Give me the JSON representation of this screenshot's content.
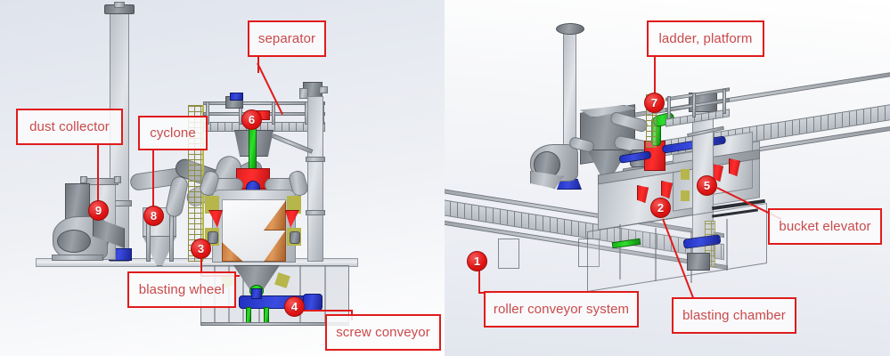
{
  "figure": {
    "kind": "shot-blasting-machine-annotated-cad-drawing",
    "views": [
      {
        "id": "front-elevation",
        "side": "left"
      },
      {
        "id": "isometric-3d",
        "side": "right"
      }
    ]
  },
  "callouts": {
    "separator": {
      "label": "separator",
      "marker": "6"
    },
    "dust_collector": {
      "label": "dust collector",
      "marker": "9"
    },
    "cyclone": {
      "label": "cyclone",
      "marker": "8"
    },
    "blasting_wheel": {
      "label": "blasting wheel",
      "marker": "3"
    },
    "screw_conveyor": {
      "label": "screw conveyor",
      "marker": "4"
    },
    "ladder_platform": {
      "label": "ladder, platform",
      "marker": "7"
    },
    "bucket_elevator": {
      "label": "bucket elevator",
      "marker": "5"
    },
    "roller_conveyor_system": {
      "label": "roller conveyor system",
      "marker": "1"
    },
    "blasting_chamber": {
      "label": "blasting chamber",
      "marker": "2"
    }
  },
  "markers": {
    "m1": "1",
    "m2": "2",
    "m3": "3",
    "m4": "4",
    "m5": "5",
    "m6": "6",
    "m7": "7",
    "m8": "8",
    "m9": "9"
  },
  "colors": {
    "callout_border": "#e01b1b",
    "callout_text": "#c94a4a",
    "marker_fill": "#e21414",
    "marker_text": "#ffffff",
    "steel_grey": "#9aa0a6",
    "accent_red_part": "#e02020",
    "accent_blue_part": "#2030c0",
    "accent_green_part": "#12b512",
    "accent_orange_part": "#c8783c",
    "grating_olive": "#8d8d3f",
    "background_left": "#e7eaf1",
    "background_right": "#f6f7f9"
  }
}
